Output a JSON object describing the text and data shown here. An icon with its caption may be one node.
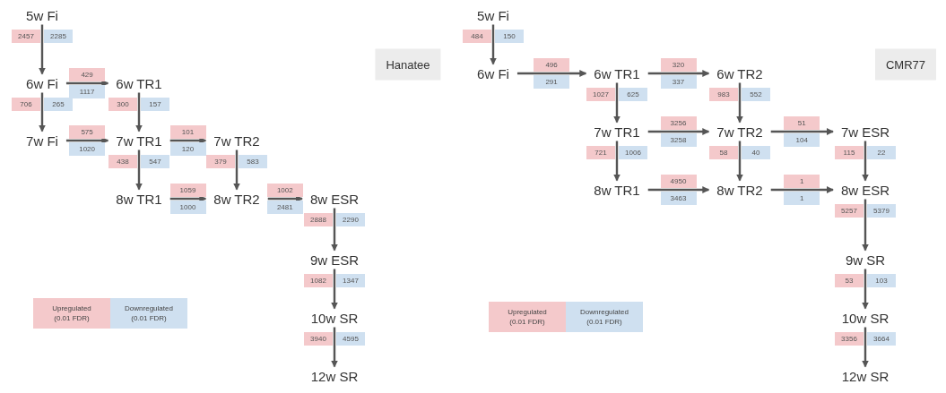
{
  "diagram": {
    "nodes": [
      {
        "text": [
          "5w Fi"
        ]
      },
      {
        "text": [
          "6w Fi"
        ]
      },
      {
        "text": [
          "6w TR1"
        ]
      },
      {
        "text": [
          "7w Fi"
        ]
      },
      {
        "text": [
          "7w TR1"
        ]
      },
      {
        "text": [
          "7w TR2"
        ]
      },
      {
        "text": [
          "8w TR1"
        ]
      },
      {
        "text": [
          "8w TR2"
        ]
      },
      {
        "text": [
          "8w ESR"
        ]
      },
      {
        "text": [
          "9w ESR"
        ]
      },
      {
        "text": [
          "10w SR"
        ]
      },
      {
        "text": [
          "12w SR"
        ]
      },
      {
        "text": [
          "Hanatee"
        ]
      },
      {
        "text": [
          "5w Fi"
        ]
      },
      {
        "text": [
          "6w Fi"
        ]
      },
      {
        "text": [
          "6w TR1"
        ]
      },
      {
        "text": [
          "6w TR2"
        ]
      },
      {
        "text": [
          "7w TR1"
        ]
      },
      {
        "text": [
          "7w TR2"
        ]
      },
      {
        "text": [
          "7w ESR"
        ]
      },
      {
        "text": [
          "8w TR1"
        ]
      },
      {
        "text": [
          "8w TR2"
        ]
      },
      {
        "text": [
          "8w ESR"
        ]
      },
      {
        "text": [
          "9w SR"
        ]
      },
      {
        "text": [
          "10w SR"
        ]
      },
      {
        "text": [
          "12w SR"
        ]
      },
      {
        "text": [
          "CMR77"
        ]
      }
    ],
    "edges": [
      {
        "from": 0,
        "to": 1,
        "arrow": "to"
      },
      {
        "from": 1,
        "to": 2,
        "arrow": "to"
      },
      {
        "from": 1,
        "to": 3,
        "arrow": "to"
      },
      {
        "from": 2,
        "to": 4,
        "arrow": "to"
      },
      {
        "from": 3,
        "to": 4,
        "arrow": "to"
      },
      {
        "from": 4,
        "to": 5,
        "arrow": "to"
      },
      {
        "from": 4,
        "to": 6,
        "arrow": "to"
      },
      {
        "from": 5,
        "to": 7,
        "arrow": "to"
      },
      {
        "from": 6,
        "to": 7,
        "arrow": "to"
      },
      {
        "from": 7,
        "to": 8,
        "arrow": "to"
      },
      {
        "from": 8,
        "to": 9,
        "arrow": "to"
      },
      {
        "from": 9,
        "to": 10,
        "arrow": "to"
      },
      {
        "from": 10,
        "to": 11,
        "arrow": "to"
      },
      {
        "from": 13,
        "to": 14,
        "arrow": "to"
      },
      {
        "from": 14,
        "to": 15,
        "arrow": "to"
      },
      {
        "from": 15,
        "to": 16,
        "arrow": "to"
      },
      {
        "from": 15,
        "to": 17,
        "arrow": "to"
      },
      {
        "from": 16,
        "to": 18,
        "arrow": "to"
      },
      {
        "from": 17,
        "to": 18,
        "arrow": "to"
      },
      {
        "from": 17,
        "to": 20,
        "arrow": "to"
      },
      {
        "from": 18,
        "to": 19,
        "arrow": "to"
      },
      {
        "from": 18,
        "to": 21,
        "arrow": "to"
      },
      {
        "from": 19,
        "to": 22,
        "arrow": "to"
      },
      {
        "from": 20,
        "to": 21,
        "arrow": "to"
      },
      {
        "from": 21,
        "to": 22,
        "arrow": "to"
      },
      {
        "from": 22,
        "to": 23,
        "arrow": "to"
      },
      {
        "from": 23,
        "to": 24,
        "arrow": "to"
      },
      {
        "from": 24,
        "to": 25,
        "arrow": "to"
      }
    ],
    "labels": [
      "2457",
      "2285",
      "429",
      "1117",
      "706",
      "265",
      "300",
      "157",
      "575",
      "1020",
      "101",
      "120",
      "438",
      "547",
      "379",
      "583",
      "1059",
      "1000",
      "1002",
      "2481",
      "2888",
      "2290",
      "1082",
      "1347",
      "3940",
      "4595",
      "484",
      "150",
      "496",
      "291",
      "320",
      "337",
      "1027",
      "625",
      "983",
      "552",
      "3256",
      "3258",
      "721",
      "1006",
      "51",
      "104",
      "58",
      "40",
      "115",
      "22",
      "4950",
      "3463",
      "1",
      "1",
      "5257",
      "5379",
      "53",
      "103",
      "3356",
      "3664"
    ],
    "legend": [
      {
        "text": "Upregulated (0.01 FDR)",
        "color": "#f4c9cb"
      },
      {
        "text": "Downregulated (0.01 FDR)",
        "color": "#cfe0f0"
      },
      {
        "text": "Upregulated (0.01 FDR)",
        "color": "#f4c9cb"
      },
      {
        "text": "Downregulated (0.01 FDR)",
        "color": "#cfe0f0"
      }
    ]
  }
}
